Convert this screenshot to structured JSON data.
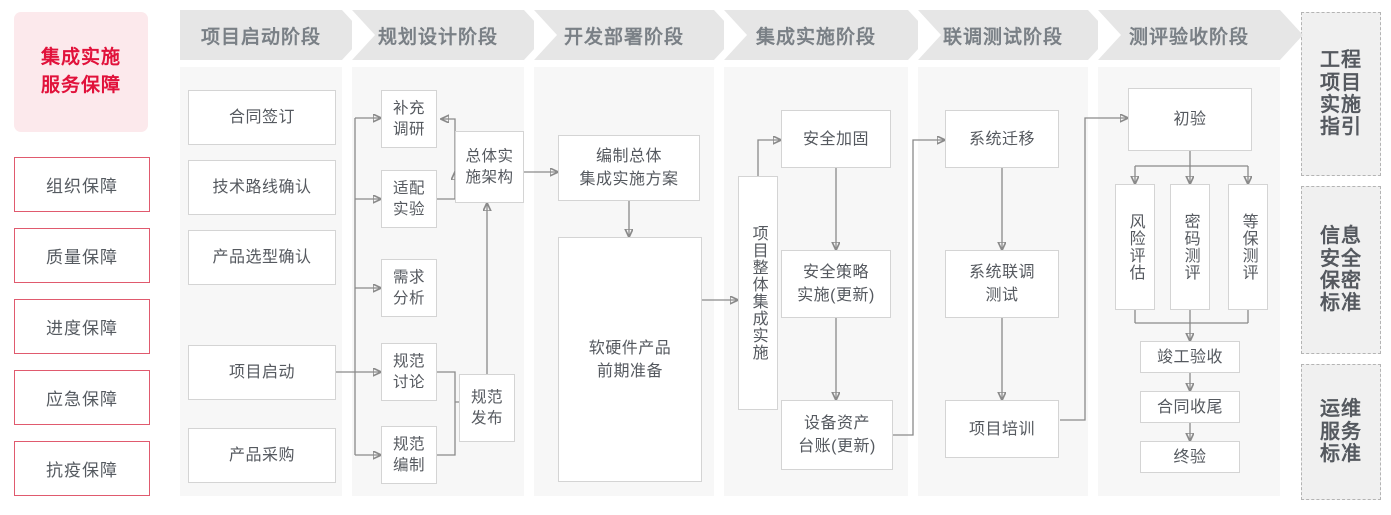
{
  "colors": {
    "accent_red": "#e1123b",
    "accent_pink_bg": "#fce9ec",
    "accent_border": "#e05a6e",
    "band_bg": "#f7f7f7",
    "header_bg": "#e6e6e6",
    "header_text": "#7a8086",
    "node_border": "#d4d4d4",
    "node_text": "#55595f",
    "wire": "#8a8a8a",
    "dashed_border": "#b4b4b4",
    "std_bg": "#f0f0f0"
  },
  "sidebar_left": {
    "title_line1": "集成实施",
    "title_line2": "服务保障",
    "items": [
      {
        "label": "组织保障"
      },
      {
        "label": "质量保障"
      },
      {
        "label": "进度保障"
      },
      {
        "label": "应急保障"
      },
      {
        "label": "抗疫保障"
      }
    ]
  },
  "phases": [
    {
      "id": "phase-qidong",
      "header": "项目启动阶段",
      "nodes": [
        {
          "id": "hetong-qianding",
          "label": "合同签订"
        },
        {
          "id": "jishu-luxian-queren",
          "label": "技术路线确认"
        },
        {
          "id": "chanpin-xuanxing-queren",
          "label": "产品选型确认"
        },
        {
          "id": "xiangmu-qidong",
          "label": "项目启动"
        },
        {
          "id": "chanpin-caigou",
          "label": "产品采购"
        }
      ]
    },
    {
      "id": "phase-guihua",
      "header": "规划设计阶段",
      "nodes": [
        {
          "id": "buchong-diaoyan",
          "label": "补充\n调研"
        },
        {
          "id": "shipei-shiyan",
          "label": "适配\n实验"
        },
        {
          "id": "xuqiu-fenxi",
          "label": "需求\n分析"
        },
        {
          "id": "guifan-taolun",
          "label": "规范\n讨论"
        },
        {
          "id": "guifan-bianzhi",
          "label": "规范\n编制"
        },
        {
          "id": "zongti-shishi-jiagou",
          "label": "总体实\n施架构"
        },
        {
          "id": "guifan-fabu",
          "label": "规范\n发布"
        }
      ]
    },
    {
      "id": "phase-kaifa",
      "header": "开发部署阶段",
      "nodes": [
        {
          "id": "bianzhi-zongti-fangan",
          "label": "编制总体\n集成实施方案"
        },
        {
          "id": "ruanyingjian-zhunbei",
          "label": "软硬件产品\n前期准备"
        }
      ]
    },
    {
      "id": "phase-jicheng",
      "header": "集成实施阶段",
      "nodes": [
        {
          "id": "xiangmu-zhengti-jicheng",
          "label": "项目整体集成实施"
        },
        {
          "id": "anquan-jiagu",
          "label": "安全加固"
        },
        {
          "id": "anquan-celue",
          "label": "安全策略\n实施(更新)"
        },
        {
          "id": "shebei-zichan",
          "label": "设备资产\n台账(更新)"
        }
      ]
    },
    {
      "id": "phase-liantiao",
      "header": "联调测试阶段",
      "nodes": [
        {
          "id": "xitong-qianyi",
          "label": "系统迁移"
        },
        {
          "id": "xitong-liantiao-ceshi",
          "label": "系统联调\n测试"
        },
        {
          "id": "xiangmu-peixun",
          "label": "项目培训"
        }
      ]
    },
    {
      "id": "phase-ceping",
      "header": "测评验收阶段",
      "nodes": [
        {
          "id": "chuyan",
          "label": "初验"
        },
        {
          "id": "fengxian-pinggu",
          "label": "风险评估"
        },
        {
          "id": "mima-ceping",
          "label": "密码测评"
        },
        {
          "id": "dengbao-ceping",
          "label": "等保测评"
        },
        {
          "id": "jungong-yanshou",
          "label": "竣工验收"
        },
        {
          "id": "hetong-shouwei",
          "label": "合同收尾"
        },
        {
          "id": "zhongyan",
          "label": "终验"
        }
      ]
    }
  ],
  "sidebar_right": {
    "items": [
      {
        "id": "std-gongcheng",
        "label": "工程项目实施指引"
      },
      {
        "id": "std-xinxi",
        "label": "信息安全保密标准"
      },
      {
        "id": "std-yunwei",
        "label": "运维服务标准"
      }
    ]
  }
}
